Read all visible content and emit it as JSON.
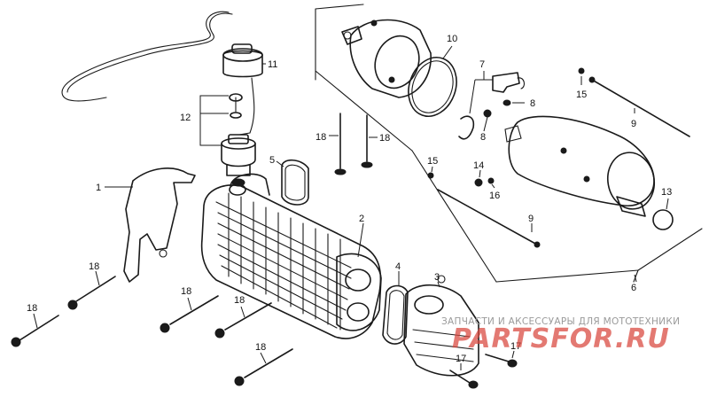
{
  "callouts": {
    "c1": "1",
    "c2": "2",
    "c3": "3",
    "c4": "4",
    "c5": "5",
    "c6": "6",
    "c7": "7",
    "c8a": "8",
    "c8b": "8",
    "c9a": "9",
    "c9b": "9",
    "c10": "10",
    "c11": "11",
    "c12": "12",
    "c13": "13",
    "c14": "14",
    "c15a": "15",
    "c15b": "15",
    "c16": "16",
    "c17a": "17",
    "c17b": "17",
    "c18a": "18",
    "c18b": "18",
    "c18c": "18",
    "c18d": "18",
    "c18e": "18",
    "c18f": "18",
    "c18g": "18"
  },
  "watermark": {
    "tagline": "ЗАПЧАСТИ И АКСЕССУАРЫ ДЛЯ МОТОТЕХНИКИ",
    "logo": "PARTSFOR.RU"
  }
}
